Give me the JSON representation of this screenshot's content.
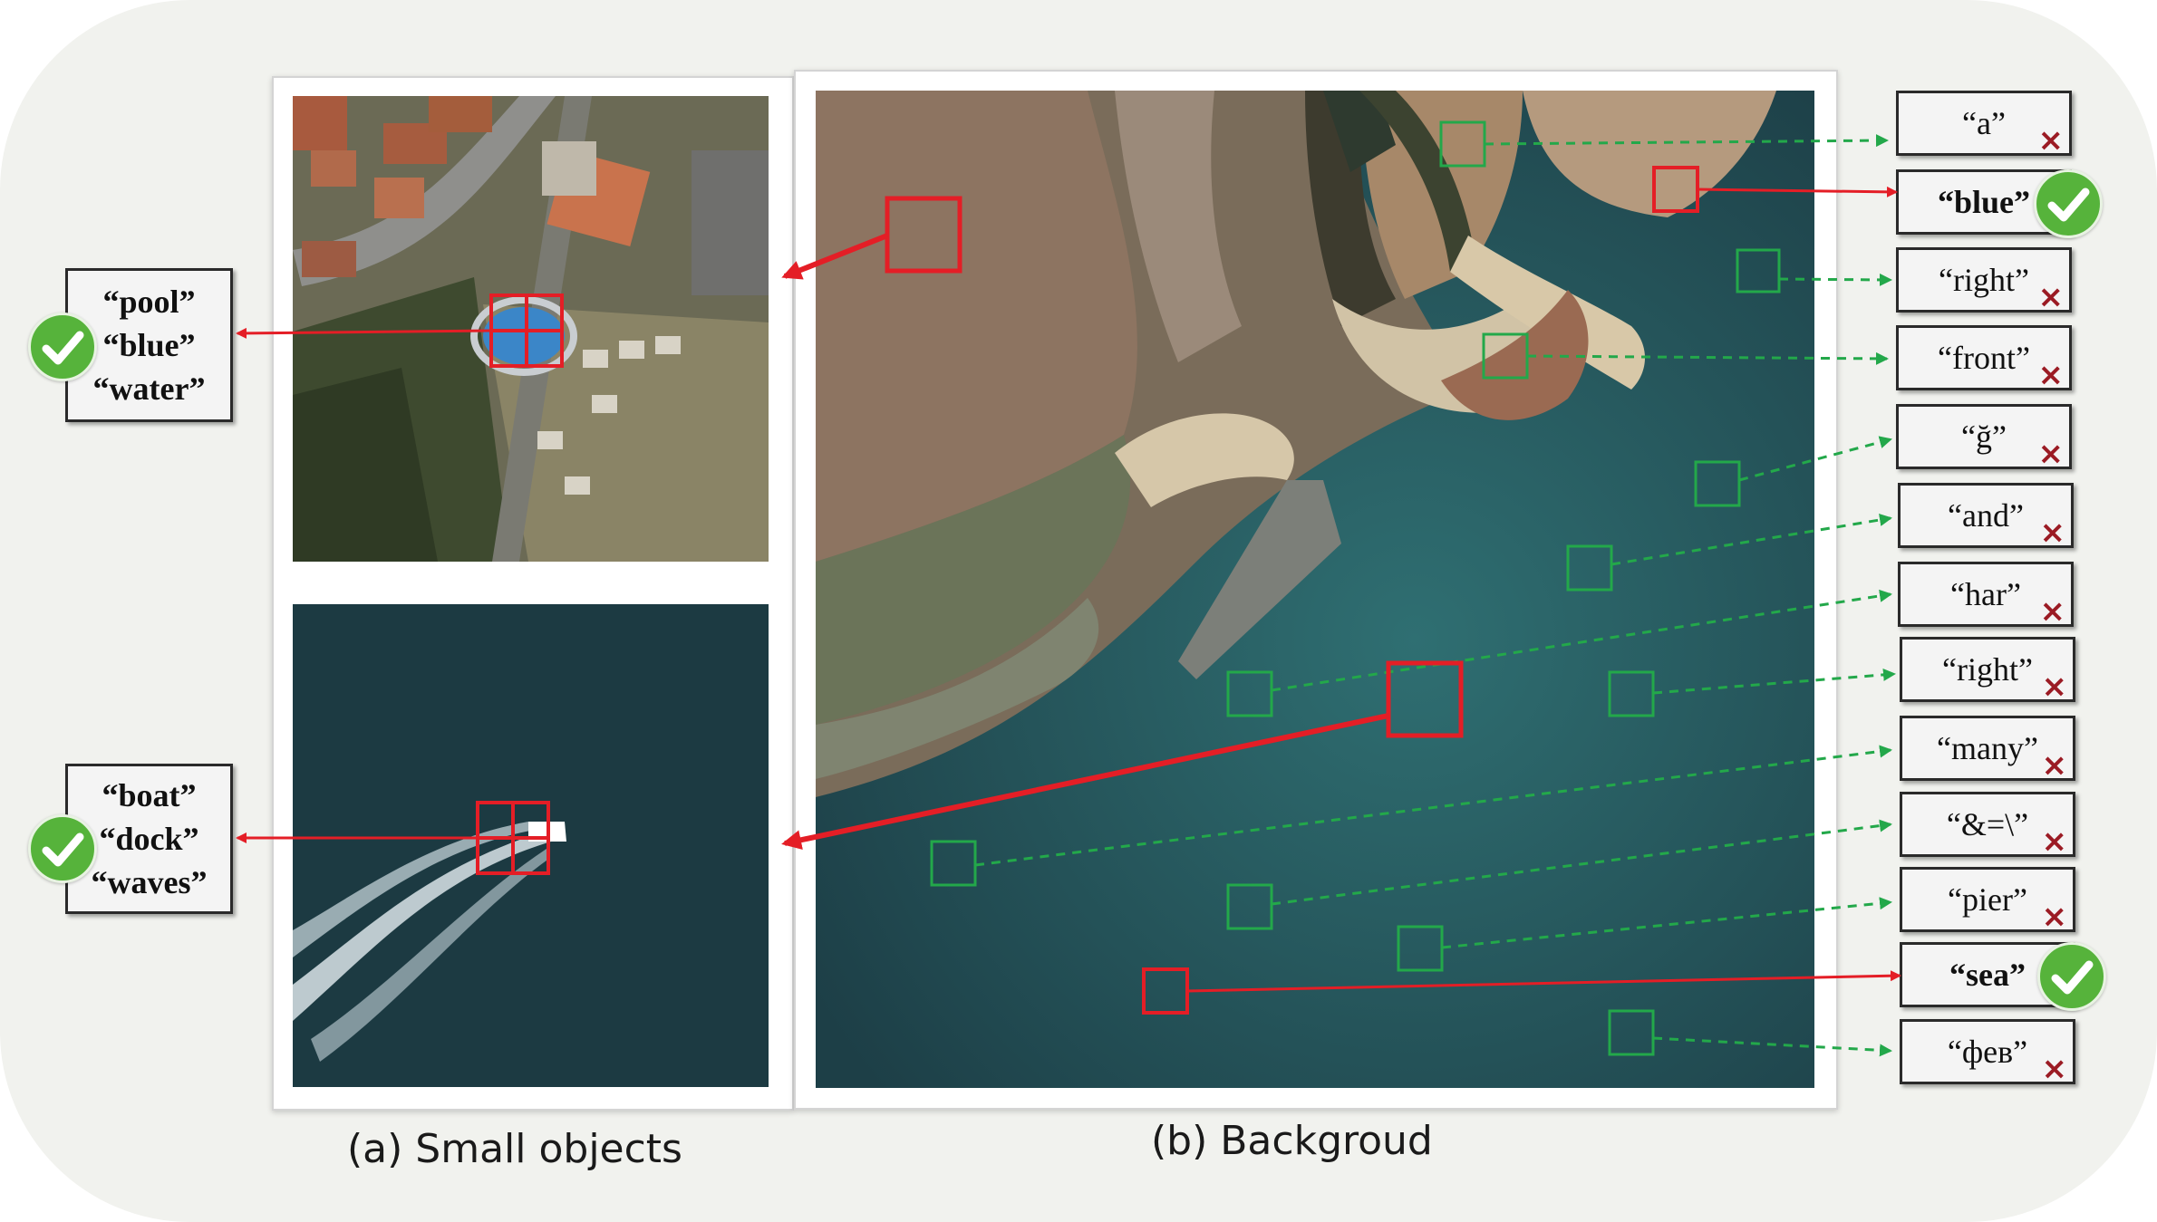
{
  "captions": {
    "small_objects": "(a) Small objects",
    "background": "(b) Backgroud"
  },
  "answers": {
    "pool_set": [
      "“pool”",
      "“blue”",
      "“water”"
    ],
    "boat_set": [
      "“boat”",
      "“dock”",
      "“waves”"
    ]
  },
  "token_list": [
    {
      "text": "“a”",
      "correct": false
    },
    {
      "text": "“blue”",
      "correct": true
    },
    {
      "text": "“right”",
      "correct": false
    },
    {
      "text": "“front”",
      "correct": false
    },
    {
      "text": "“ğ”",
      "correct": false
    },
    {
      "text": "“and”",
      "correct": false
    },
    {
      "text": "“har”",
      "correct": false
    },
    {
      "text": "“right”",
      "correct": false
    },
    {
      "text": "“many”",
      "correct": false
    },
    {
      "text": "“&=\\”",
      "correct": false
    },
    {
      "text": "“pier”",
      "correct": false
    },
    {
      "text": "“sea”",
      "correct": true
    },
    {
      "text": "“фев”",
      "correct": false
    }
  ],
  "icons": {
    "correct": "check-icon",
    "wrong": "cross-icon",
    "cross_glyph": "×"
  },
  "colors": {
    "correct_patch": "#e41e26",
    "wrong_patch": "#23a84a",
    "check_green": "#56b33b",
    "cross_red": "#9b1b24"
  }
}
